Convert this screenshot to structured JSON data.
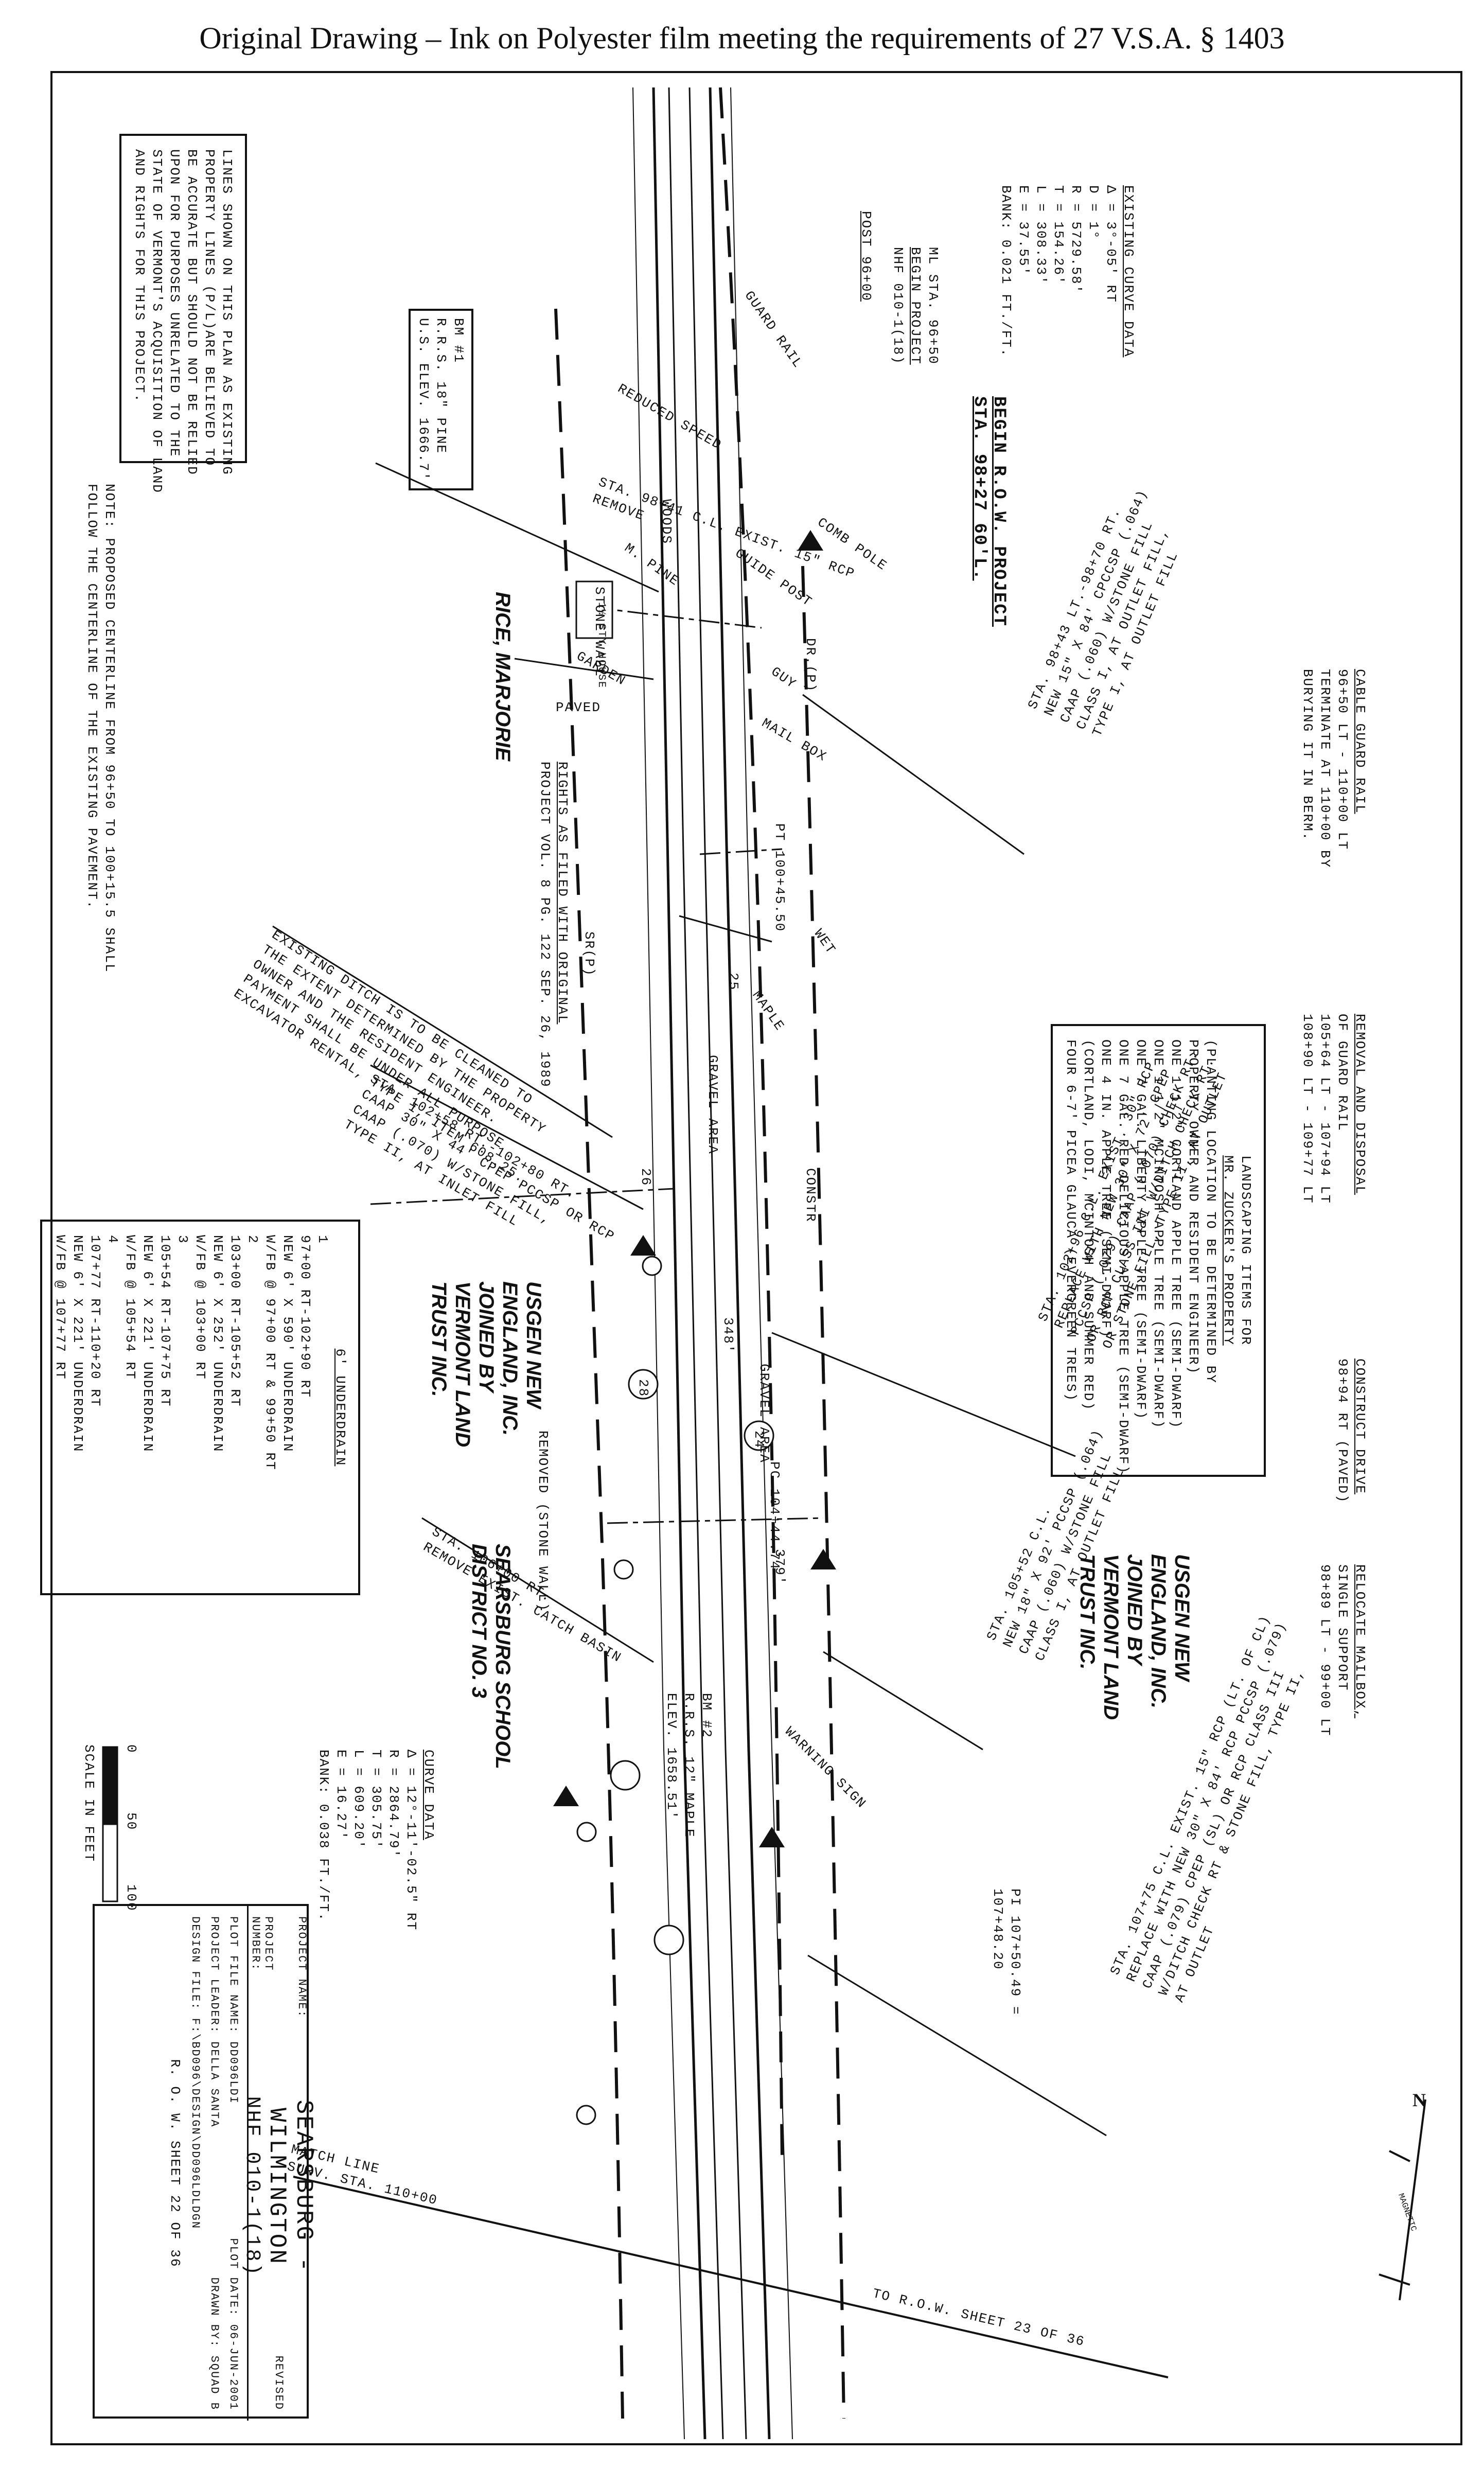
{
  "header": "Original Drawing – Ink on Polyester film meeting the requirements of 27 V.S.A. § 1403",
  "note_box": {
    "lines": [
      "LINES SHOWN ON THIS PLAN AS EXISTING",
      "PROPERTY LINES (P/L)ARE BELIEVED TO",
      "BE ACCURATE BUT SHOULD NOT BE RELIED",
      "UPON FOR PURPOSES UNRELATED TO THE",
      "STATE OF VERMONT'S ACQUISITION OF LAND",
      "AND RIGHTS FOR THIS PROJECT."
    ]
  },
  "note_centerline": [
    "NOTE: PROPOSED CENTERLINE FROM 96+50 TO 100+15.5 SHALL",
    "FOLLOW THE CENTERLINE OF THE EXISTING PAVEMENT."
  ],
  "existing_curve": {
    "title": "EXISTING CURVE DATA",
    "lines": [
      "Δ = 3°-05' RT",
      "D = 1°",
      "R = 5729.58'",
      "T = 154.26'",
      "L = 308.33'",
      "E = 37.55'",
      "BANK: 0.021 FT./FT."
    ]
  },
  "post_label": "POST 96+00",
  "begin_project": [
    "ML STA. 96+50",
    "BEGIN PROJECT",
    "NHF 010-1(18)"
  ],
  "begin_row": [
    "BEGIN R.O.W. PROJECT",
    "STA. 98+27  60'L."
  ],
  "bm1": [
    "BM #1",
    "R.R.S. 18\" PINE",
    "U.S. ELEV. 1666.7'"
  ],
  "owners": {
    "rice": "RICE, MARJORIE",
    "usgen1": [
      "USGEN NEW",
      "ENGLAND, INC.",
      "JOINED BY",
      "VERMONT LAND",
      "TRUST INC."
    ],
    "usgen2": [
      "USGEN NEW",
      "ENGLAND, INC.",
      "JOINED BY",
      "VERMONT LAND",
      "TRUST INC."
    ],
    "school": [
      "SEARSBURG SCHOOL",
      "DISTRICT NO. 3"
    ]
  },
  "cable_guard": [
    "CABLE GUARD RAIL",
    "96+50 LT - 110+00 LT",
    "TERMINATE AT 110+00 BY",
    "BURYING IT IN BERM."
  ],
  "removal_guard": [
    "REMOVAL AND DISPOSAL",
    "OF GUARD RAIL",
    "105+64 LT - 107+94 LT",
    "108+90 LT - 109+77 LT"
  ],
  "construct_drive": [
    "CONSTRUCT DRIVE",
    "98+94 RT (PAVED)"
  ],
  "relocate_mailbox": [
    "RELOCATE MAILBOX,",
    "SINGLE SUPPORT",
    "98+89 LT - 99+00 LT"
  ],
  "landscaping": {
    "title": [
      "LANDSCAPING ITEMS FOR",
      "MR. ZUCKER'S PROPERTY"
    ],
    "lines": [
      "(PLANTING LOCATION TO BE DETERMINED BY",
      "PROPERTY OWNER AND RESIDENT ENGINEER)",
      "ONE 1 1/2\" CORTLAND APPLE TREE (SEMI-DWARF)",
      "ONE 1 1/2\" MCINTOSH APPLE TREE (SEMI-DWARF)",
      "ONE 7 GAL. LIBERTY APPLE TREE (SEMI-DWARF)",
      "ONE 7 GAL. RED DELICIOUS APPLE TREE (SEMI-DWARF)",
      "ONE 4 IN. APPLE TREE (SEMI-DWARF)",
      "(CORTLAND, LODI, MCINTOSH AND SUMMER RED)",
      "FOUR 6-7' PICEA GLAUCA (EVERGREEN TREES)"
    ]
  },
  "underdrain": {
    "title": "6' UNDERDRAIN",
    "items": [
      {
        "n": "1",
        "lines": [
          "97+00 RT-102+90 RT",
          "NEW 6' X 590' UNDERDRAIN",
          "W/FB @ 97+00 RT & 99+50 RT"
        ]
      },
      {
        "n": "2",
        "lines": [
          "103+00 RT-105+52 RT",
          "NEW 6' X 252' UNDERDRAIN",
          "W/FB @ 103+00 RT"
        ]
      },
      {
        "n": "3",
        "lines": [
          "105+54 RT-107+75 RT",
          "NEW 6' X 221' UNDERDRAIN",
          "W/FB @ 105+54 RT"
        ]
      },
      {
        "n": "4",
        "lines": [
          "107+77 RT-110+20 RT",
          "NEW 6' X 221' UNDERDRAIN",
          "W/FB @ 107+77 RT"
        ]
      }
    ]
  },
  "curve_data": {
    "title": "CURVE DATA",
    "lines": [
      "Δ = 12°-11'-02.5\" RT",
      "R = 2864.79'",
      "T = 305.75'",
      "L = 609.20'",
      "E = 16.27'",
      "BANK: 0.038 FT./FT."
    ]
  },
  "scale": {
    "ticks": [
      "0",
      "50",
      "100"
    ],
    "label": "SCALE IN FEET"
  },
  "culverts": [
    [
      "STA. 98+41 C.L. EXIST. 15\" RCP",
      "REMOVE"
    ],
    [
      "STA. 98+43 LT.-98+70 RT.",
      "NEW 15\" X 84' CPCCSP (.064)",
      "CAAP (.060) W/STONE FILL",
      "CLASS I, AT OUTLET FILL,",
      "TYPE I, AT OUTLET FILL"
    ],
    [
      "EXISTING DITCH IS TO BE CLEANED TO",
      "THE EXTENT DETERMINED BY THE PROPERTY",
      "OWNER AND THE RESIDENT ENGINEER.",
      "PAYMENT SHALL BE UNDER ALL PURPOSE",
      "EXCAVATOR RENTAL, TYPE I, ITEM 608.25."
    ],
    [
      "STA. 102+58 RT.-102+80 RT.",
      "CAAP 30\" X 44' CPEP PCCSP OR RCP",
      "CAAP (.070) W/STONE FILL,",
      "TYPE II, AT INLET FILL"
    ],
    [
      "STA. 102+96 C.L. EXIST. 30\" RCP",
      "REPLACE WITH NEW 30\" X 72' CPEP",
      "PCCSP (.079) CAAP (.070) CHECK RT.",
      "OR RCP CLASS III W/DITCH CHECK RT.",
      "OR STONE FILL, TYPE II, AT OUTLET"
    ],
    [
      "STA. 106+00 RT.",
      "REMOVE EXIST. CATCH BASIN"
    ],
    [
      "STA. 105+52 C.L.",
      "NEW 18\" X 92' PCCSP (.064)",
      "CAAP (.060) W/STONE FILL",
      "CLASS I, AT OUTLET FILL"
    ],
    [
      "STA. 107+75 C.L. EXIST. 15\" RCP (LT. OF CL)",
      "REPLACE WITH NEW 30\" X 84' RCP PCCSP (.079)",
      "CAAP (.079) CPEP (SL) OR RCP CLASS III",
      "W/DITCH CHECK RT & STONE FILL, TYPE II,",
      "AT OUTLET"
    ]
  ],
  "rights_note": [
    "RIGHTS AS FILED WITH ORIGINAL",
    "PROJECT VOL. 8 PG. 122 SEP. 26, 1989"
  ],
  "stations": {
    "pt": "PT 100+45.50",
    "pc": "PC 104+44.74",
    "pi": [
      "PI 107+50.49 =",
      "107+48.20"
    ]
  },
  "bm2": [
    "BM #2",
    "R.R.S. 12\" MAPLE",
    "ELEV. 1658.51'"
  ],
  "match_line": [
    "MATCH LINE",
    "SURV. STA. 110+00"
  ],
  "next_sheet": "TO R.O.W. SHEET 23 OF 36",
  "north": {
    "n": "N",
    "magnetic": "MAGNETIC"
  },
  "title_block": {
    "revised": "REVISED",
    "project_name_label": "PROJECT NAME:",
    "project_name": "SEARSBURG - WILMINGTON",
    "project_number_label": "PROJECT NUMBER:",
    "project_number": "NHF 010-1(18)",
    "plot_file": "PLOT FILE NAME:  DD096LDI",
    "plot_date": "PLOT DATE: 06-JUN-2001",
    "leader": "PROJECT LEADER:  DELLA SANTA",
    "drawn": "DRAWN BY: SQUAD B",
    "design_file": "DESIGN FILE: F:\\BD096\\DESIGN\\DD096LDLDGN",
    "sheet": "R. O. W. SHEET 22 OF 36"
  },
  "map_labels": {
    "guard_rail": "GUARD RAIL",
    "woods": "WOODS",
    "pine": "M. PINE",
    "stone_wall": "STONE WALL",
    "house": "1½ STY HOUSE",
    "garden": "GARDEN",
    "paved": "PAVED",
    "mail_box": "MAIL BOX",
    "guy": "GUY",
    "comb_pole": "COMB POLE",
    "guide_post": "GUIDE POST",
    "reduced_speed": "REDUCED SPEED",
    "gravel_area": "GRAVEL AREA",
    "maple": "MAPLE",
    "wet": "WET",
    "constr": "CONSTR",
    "dr_p": "DR.(P)",
    "srp": "SR(P)",
    "warning_sign": "WARNING SIGN",
    "removed_wall": "REMOVED (STONE WALL)",
    "sta_25": "25",
    "sta_24": "24",
    "sta_26": "26",
    "sta_28": "28",
    "dist_348": "348'",
    "dist_379": "379'"
  }
}
